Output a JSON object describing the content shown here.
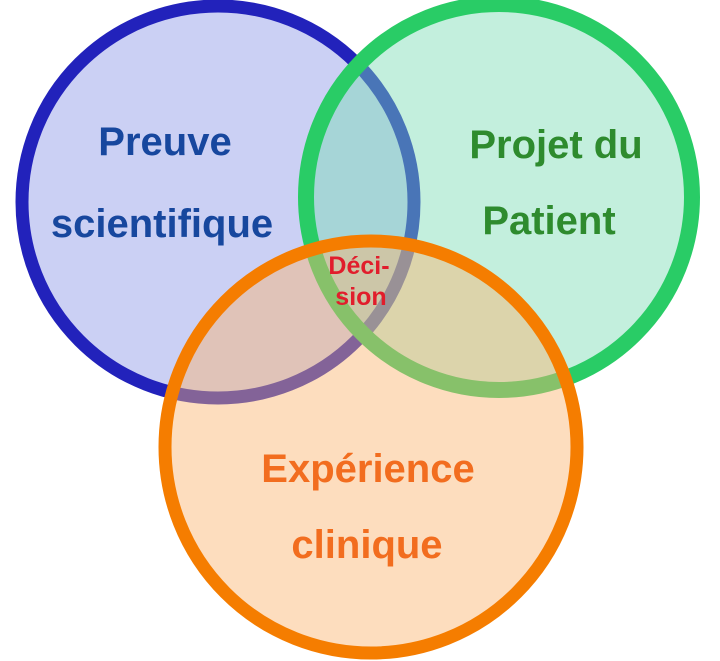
{
  "diagram": {
    "type": "venn-3-circles",
    "title": "Evidence-based decision venn diagram",
    "background_color": "#ffffff",
    "circles": [
      {
        "id": "preuve-scientifique",
        "label_line1": "Preuve",
        "label_line2": "scientifique",
        "stroke_color": "#2222bb",
        "fill_color": "#8c96e6",
        "text_color": "#17479e"
      },
      {
        "id": "projet-du-patient",
        "label_line1": "Projet du",
        "label_line2": "Patient",
        "stroke_color": "#29cc66",
        "fill_color": "#7adcb4",
        "text_color": "#2e8b2e"
      },
      {
        "id": "experience-clinique",
        "label_line1": "Expérience",
        "label_line2": "clinique",
        "stroke_color": "#f57d00",
        "fill_color": "#fab46e",
        "text_color": "#f26d1f"
      }
    ],
    "center": {
      "id": "decision",
      "label_line1": "Déci-",
      "label_line2": "sion",
      "text_color": "#e11d2c"
    }
  }
}
